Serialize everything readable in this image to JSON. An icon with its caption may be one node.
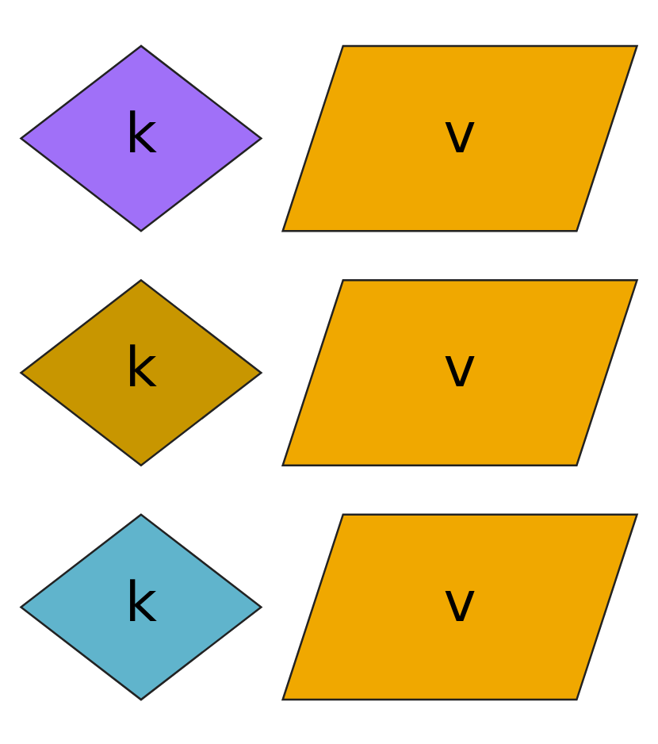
{
  "diagram": {
    "nodes": [
      {
        "text": [
          "k"
        ]
      },
      {
        "text": [
          "v"
        ]
      },
      {
        "text": [
          "k"
        ]
      },
      {
        "text": [
          "v"
        ]
      },
      {
        "text": [
          "k"
        ]
      },
      {
        "text": [
          "v"
        ]
      }
    ],
    "edges": []
  }
}
